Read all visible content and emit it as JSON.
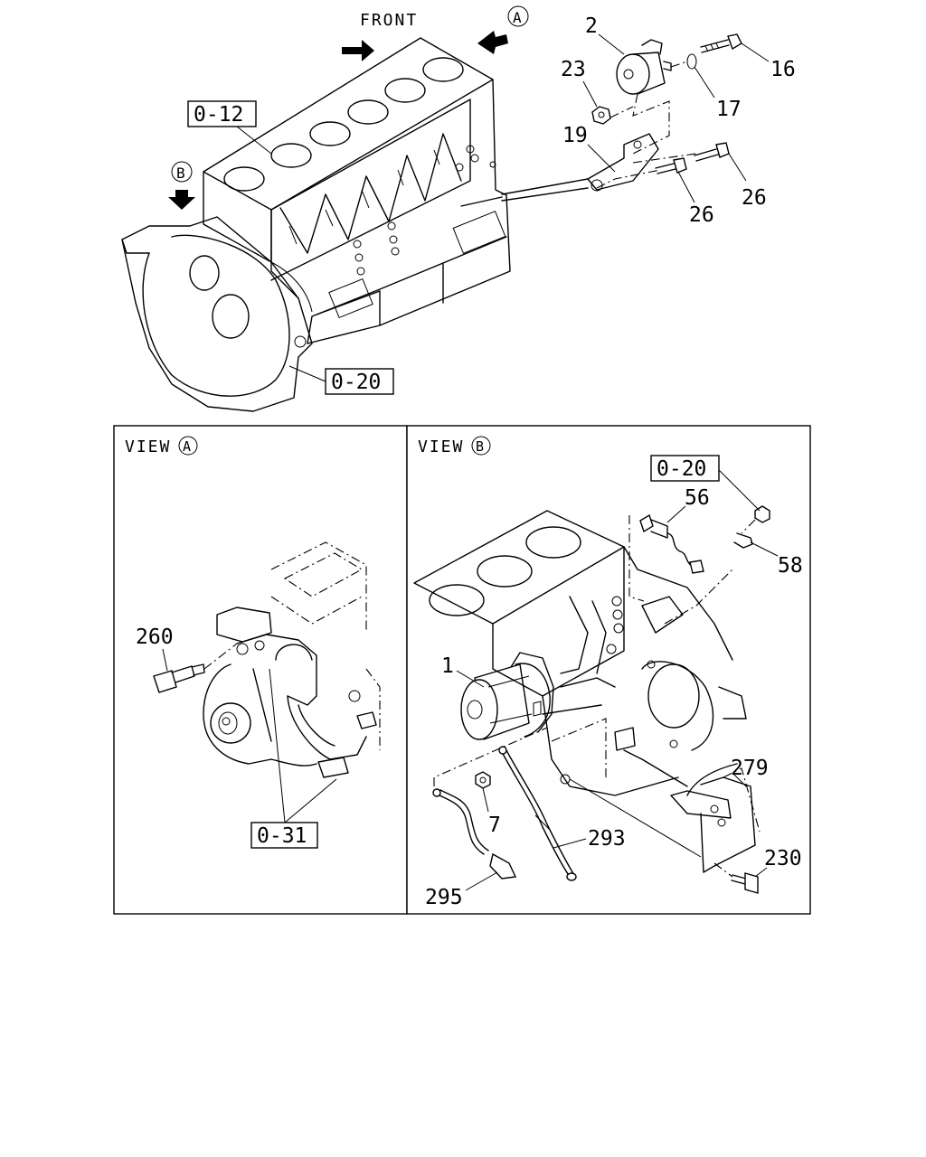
{
  "header": {
    "front_label": "FRONT"
  },
  "markers": {
    "a": "A",
    "b": "B"
  },
  "top_view": {
    "refs": {
      "block": "0-12",
      "flywheel_housing": "0-20"
    },
    "parts": {
      "p2": "2",
      "p16": "16",
      "p17": "17",
      "p19": "19",
      "p23": "23",
      "p26a": "26",
      "p26b": "26"
    }
  },
  "view_a": {
    "title": "VIEW",
    "marker": "A",
    "refs": {
      "water_pump": "0-31"
    },
    "parts": {
      "p260": "260"
    }
  },
  "view_b": {
    "title": "VIEW",
    "marker": "B",
    "refs": {
      "housing": "0-20"
    },
    "parts": {
      "p1": "1",
      "p7": "7",
      "p56": "56",
      "p58": "58",
      "p230": "230",
      "p279": "279",
      "p293": "293",
      "p295": "295"
    }
  }
}
